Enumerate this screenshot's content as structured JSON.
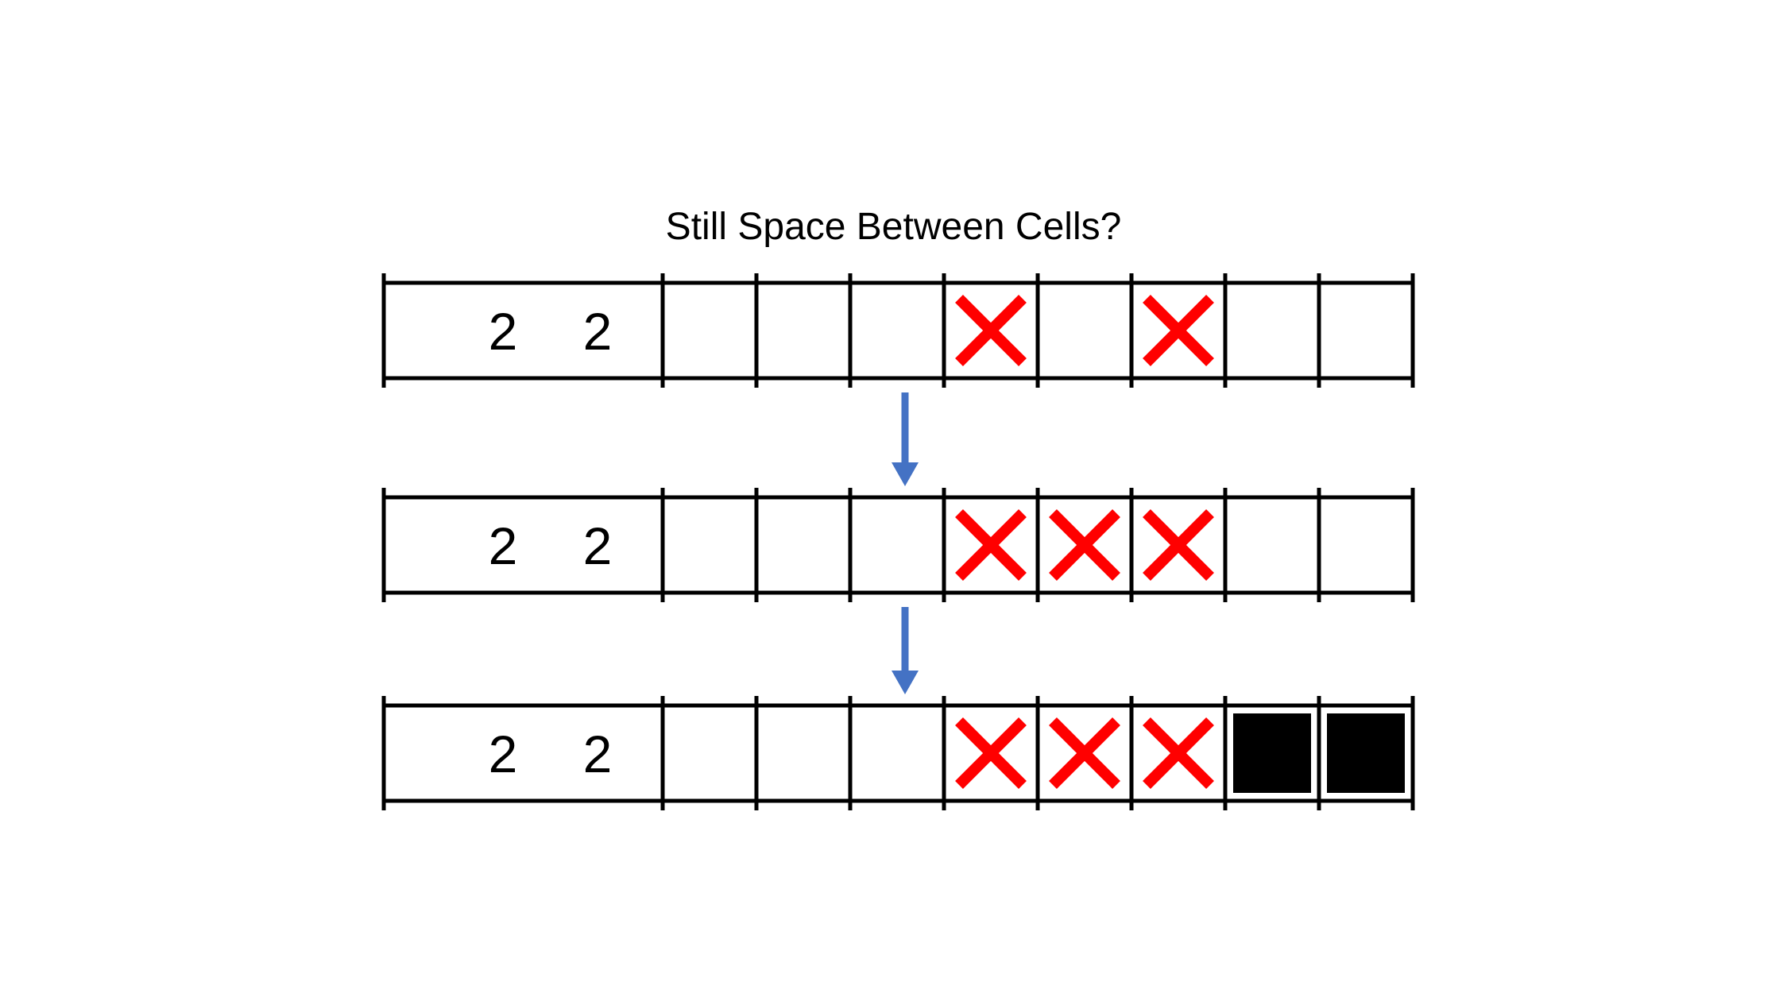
{
  "title": "Still Space Between Cells?",
  "colors": {
    "line": "#000000",
    "cross": "#ff0000",
    "filled": "#000000",
    "arrow": "#4472c4",
    "background": "#ffffff"
  },
  "rows": [
    {
      "clues": [
        "2",
        "2"
      ],
      "cells": [
        "empty",
        "empty",
        "empty",
        "cross",
        "empty",
        "cross",
        "empty",
        "empty"
      ]
    },
    {
      "clues": [
        "2",
        "2"
      ],
      "cells": [
        "empty",
        "empty",
        "empty",
        "cross",
        "cross",
        "cross",
        "empty",
        "empty"
      ]
    },
    {
      "clues": [
        "2",
        "2"
      ],
      "cells": [
        "empty",
        "empty",
        "empty",
        "cross",
        "cross",
        "cross",
        "filled",
        "filled"
      ]
    }
  ],
  "arrows": [
    {
      "from_row": 0,
      "to_row": 1,
      "icon": "down-arrow-icon"
    },
    {
      "from_row": 1,
      "to_row": 2,
      "icon": "down-arrow-icon"
    }
  ]
}
